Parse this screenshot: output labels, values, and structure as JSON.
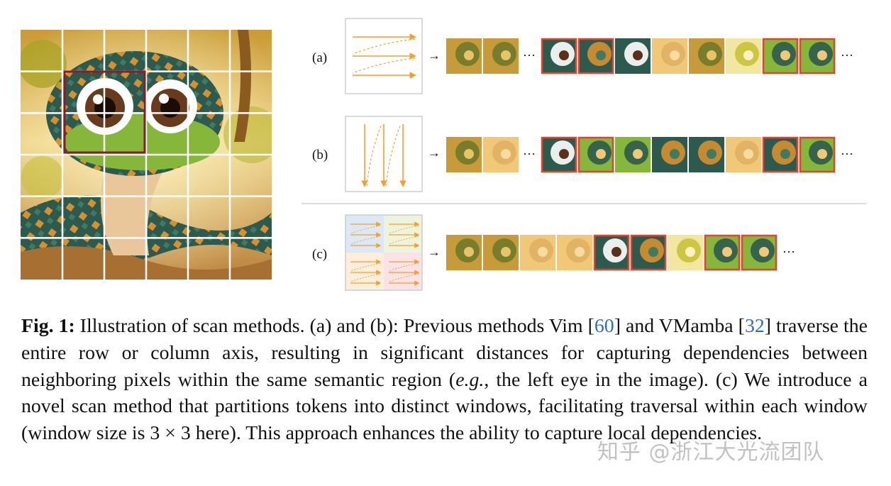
{
  "figure": {
    "row_labels": [
      "(a)",
      "(b)",
      "(c)"
    ],
    "arrow_glyph": "→",
    "ellipsis": "···",
    "grid": {
      "rows": 6,
      "cols": 6
    },
    "colors": {
      "highlight_box": "#8b1a2a",
      "token_border": "#e0452e",
      "scan_arrow": "#f0a030",
      "divider": "#c8c8c8",
      "window_bg": [
        "#dde8f6",
        "#eef4dc",
        "#fbeedd",
        "#fbe2e6"
      ]
    }
  },
  "caption": {
    "label": "Fig. 1:",
    "t1": " Illustration of scan methods. (a) and (b): Previous methods Vim [",
    "ref1": "60",
    "t2": "] and VMamba [",
    "ref2": "32",
    "t3": "] traverse the entire row or column axis, resulting in significant distances for capturing dependencies between neighboring pixels within the same semantic region (",
    "eg": "e.g.",
    "t4": ", the left eye in the image). (c) We introduce a novel scan method that partitions tokens into distinct windows, facilitating traversal within each window (window size is 3 × 3 here). This approach enhances the ability to capture local dependencies."
  },
  "watermark": "知乎 @浙江大光流团队"
}
